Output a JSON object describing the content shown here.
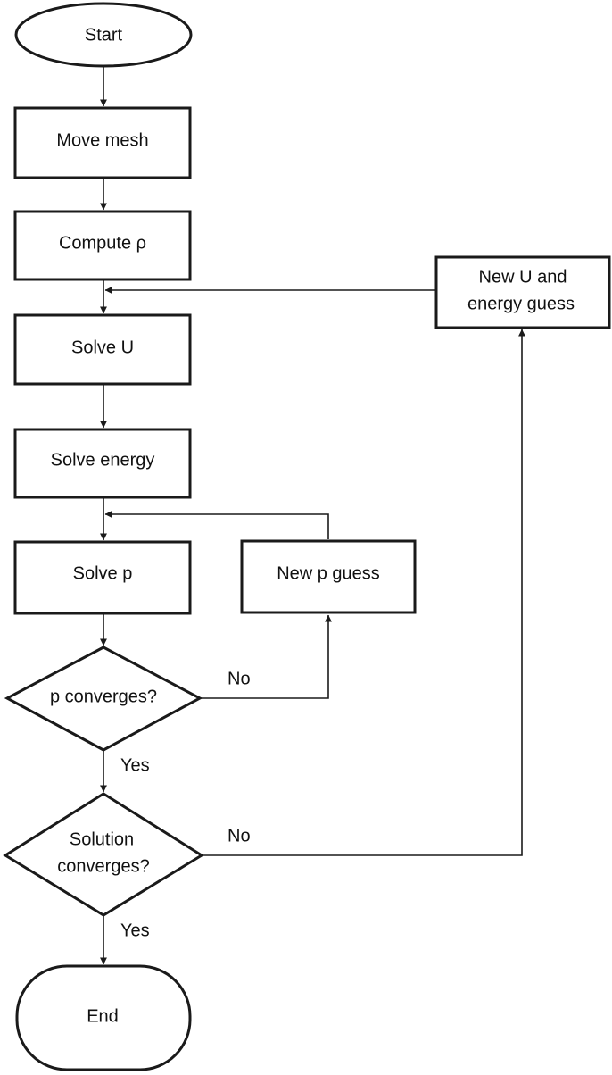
{
  "nodes": {
    "start": "Start",
    "move_mesh": "Move mesh",
    "compute_rho": "Compute ρ",
    "solve_u": "Solve U",
    "solve_energy": "Solve energy",
    "solve_p": "Solve p",
    "new_p_guess": "New p guess",
    "p_converges": "p converges?",
    "solution_converges_line1": "Solution",
    "solution_converges_line2": "converges?",
    "new_u_energy_line1": "New U and",
    "new_u_energy_line2": "energy guess",
    "end": "End"
  },
  "edges": {
    "p_no": "No",
    "p_yes": "Yes",
    "solution_no": "No",
    "solution_yes": "Yes"
  }
}
